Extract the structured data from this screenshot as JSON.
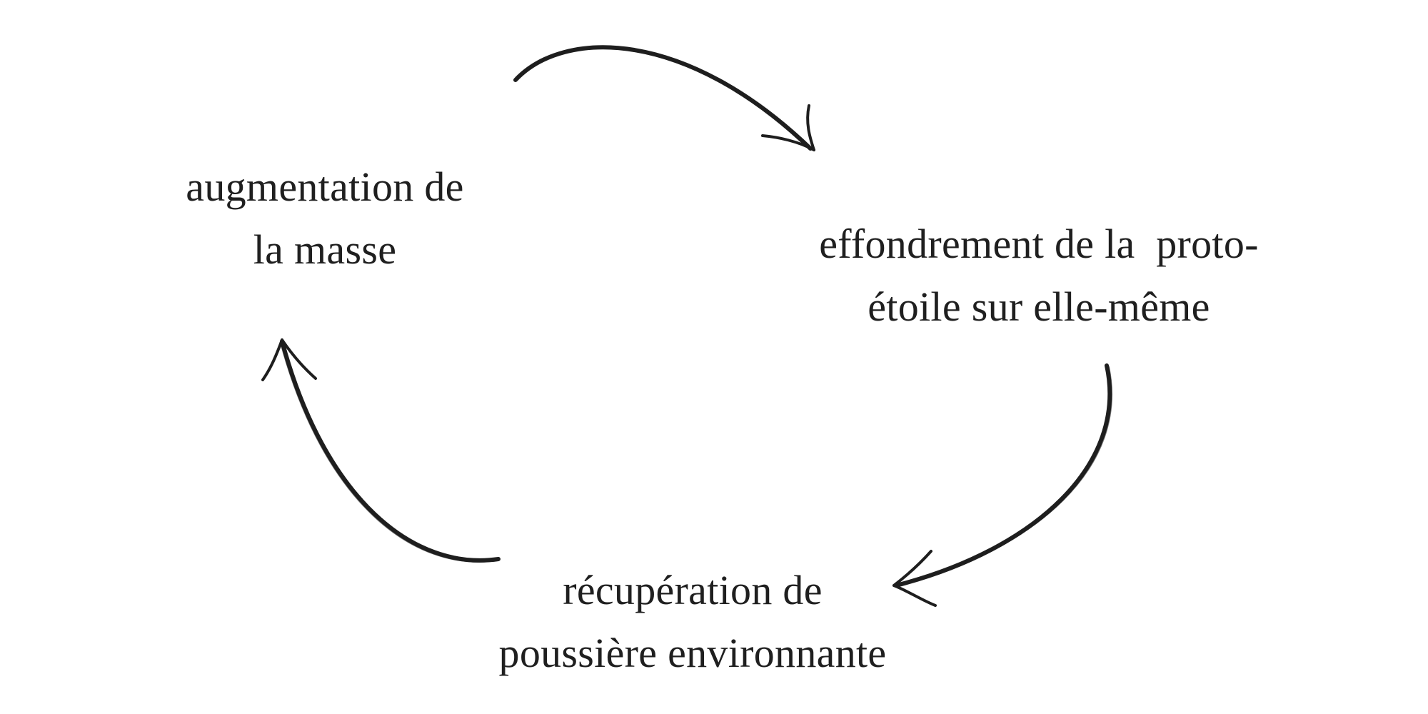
{
  "diagram": {
    "nodes": [
      {
        "id": "mass",
        "lines": [
          "augmentation de",
          "la masse"
        ]
      },
      {
        "id": "collapse",
        "lines": [
          "effondrement de la  proto-",
          "étoile sur elle-même"
        ]
      },
      {
        "id": "dust",
        "lines": [
          "récupération de",
          "poussière environnante"
        ]
      }
    ],
    "edges": [
      {
        "from": "mass",
        "to": "collapse"
      },
      {
        "from": "collapse",
        "to": "dust"
      },
      {
        "from": "dust",
        "to": "mass"
      }
    ],
    "colors": {
      "text": "#1f1f1f",
      "arrow": "#1e1e1e",
      "background": "#ffffff"
    }
  }
}
